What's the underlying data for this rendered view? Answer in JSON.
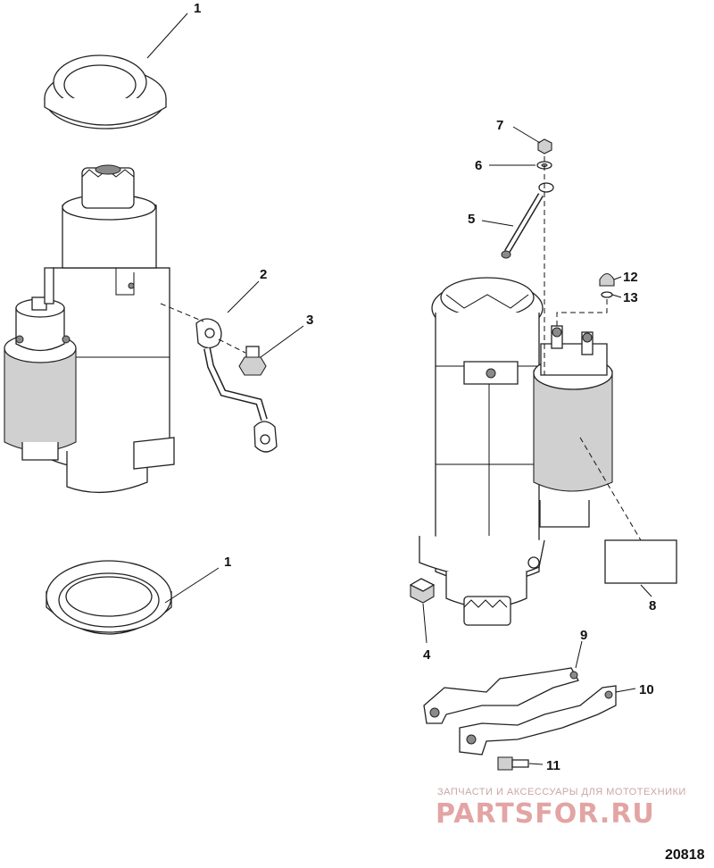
{
  "callouts": {
    "c1_top": "1",
    "c2": "2",
    "c3": "3",
    "c1_bottom": "1",
    "c7": "7",
    "c6": "6",
    "c5": "5",
    "c12": "12",
    "c13": "13",
    "c8": "8",
    "c4": "4",
    "c9": "9",
    "c10": "10",
    "c11": "11"
  },
  "watermark": {
    "tagline": "ЗАПЧАСТИ И АКСЕССУАРЫ ДЛЯ МОТОТЕХНИКИ",
    "brand": "PARTSFOR.RU"
  },
  "figure_number": "20818"
}
